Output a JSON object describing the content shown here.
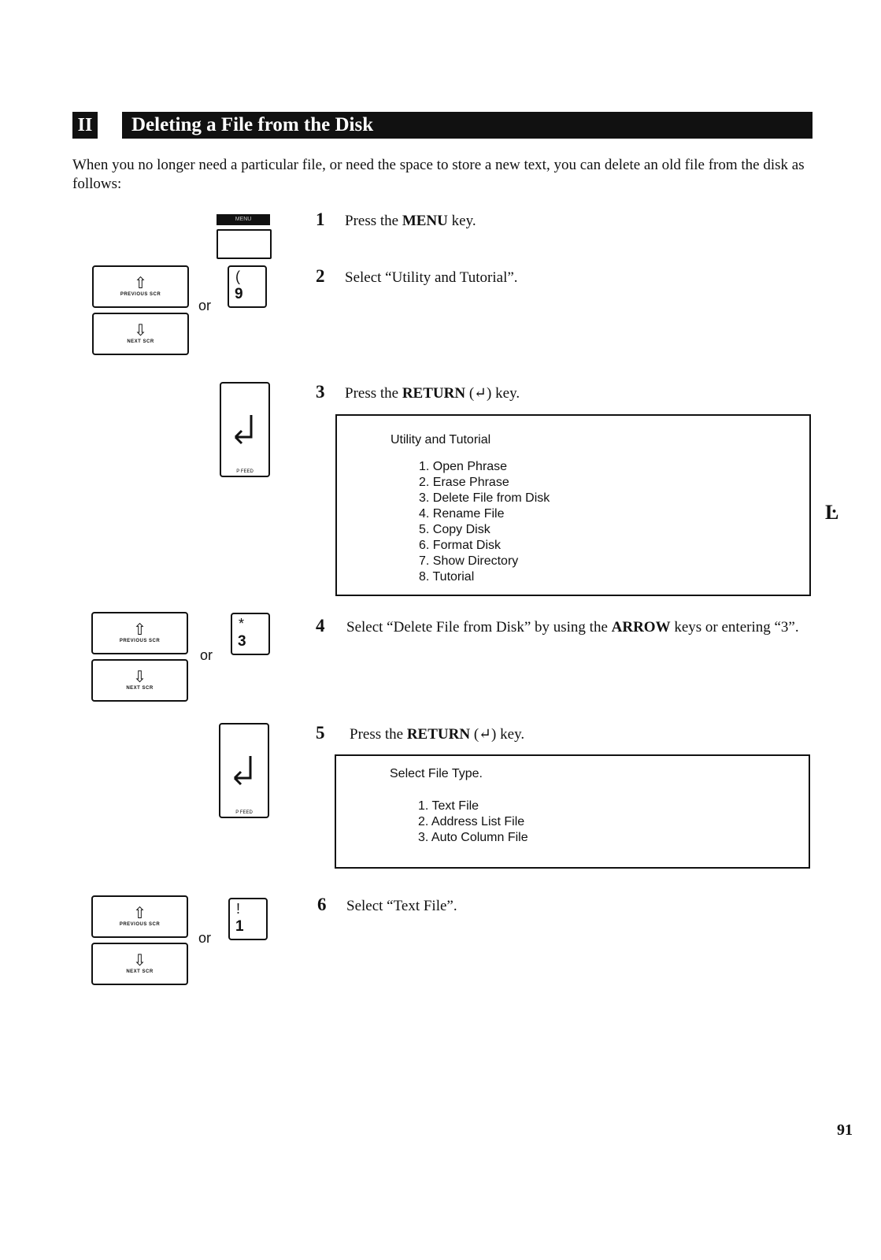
{
  "section": {
    "number": "II",
    "title": "Deleting a File from the Disk"
  },
  "intro": "When you no longer need a particular file, or need the space to store a new text, you can delete an old file from the disk as follows:",
  "keys": {
    "menu_top": "MENU",
    "previous_label": "PREVIOUS SCR",
    "next_label": "NEXT SCR",
    "or": "or",
    "return_label": "P FEED",
    "up_arrow": "⇧",
    "down_arrow": "⇩",
    "return_arrow": "↵",
    "key_9_top": "(",
    "key_9_bottom": "9",
    "key_3_top": "*",
    "key_3_bottom": "3",
    "key_1_top": "!",
    "key_1_bottom": "1"
  },
  "steps": [
    {
      "num": "1",
      "pre": "Press the ",
      "bold": "MENU",
      "post": " key."
    },
    {
      "num": "2",
      "pre": "Select “Utility and Tutorial”.",
      "bold": "",
      "post": ""
    },
    {
      "num": "3",
      "pre": "Press the ",
      "bold": "RETURN",
      "post": " (↵) key."
    },
    {
      "num": "4",
      "pre": "Select “Delete File from Disk” by using the ",
      "bold": "ARROW",
      "post": " keys or entering “3”."
    },
    {
      "num": "5",
      "pre": "Press the ",
      "bold": "RETURN",
      "post": " (↵) key."
    },
    {
      "num": "6",
      "pre": "Select “Text File”.",
      "bold": "",
      "post": ""
    }
  ],
  "screen1": {
    "title": "Utility and Tutorial",
    "items": [
      "1. Open Phrase",
      "2. Erase Phrase",
      "3. Delete File from Disk",
      "4. Rename File",
      "5. Copy Disk",
      "6. Format Disk",
      "7. Show Directory",
      "8. Tutorial"
    ]
  },
  "screen2": {
    "title": "Select File Type.",
    "items": [
      "1.  Text File",
      "2.  Address List File",
      "3.  Auto Column File"
    ]
  },
  "page_number": "91",
  "margin_mark": "Ŀ"
}
